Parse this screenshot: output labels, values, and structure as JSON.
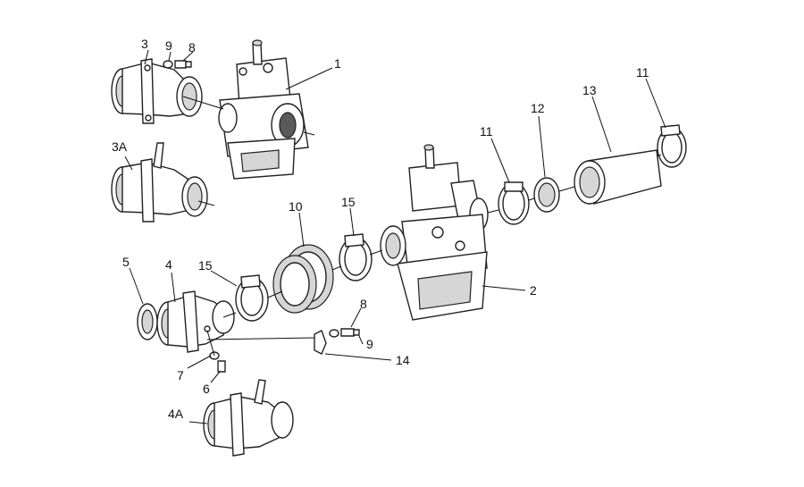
{
  "labels": {
    "l1": "1",
    "l2": "2",
    "l3": "3",
    "l3a": "3A",
    "l4": "4",
    "l4a": "4A",
    "l5": "5",
    "l6": "6",
    "l7": "7",
    "l8a": "8",
    "l8b": "8",
    "l9a": "9",
    "l9b": "9",
    "l10": "10",
    "l11a": "11",
    "l11b": "11",
    "l12": "12",
    "l13": "13",
    "l14": "14",
    "l15a": "15",
    "l15b": "15"
  }
}
